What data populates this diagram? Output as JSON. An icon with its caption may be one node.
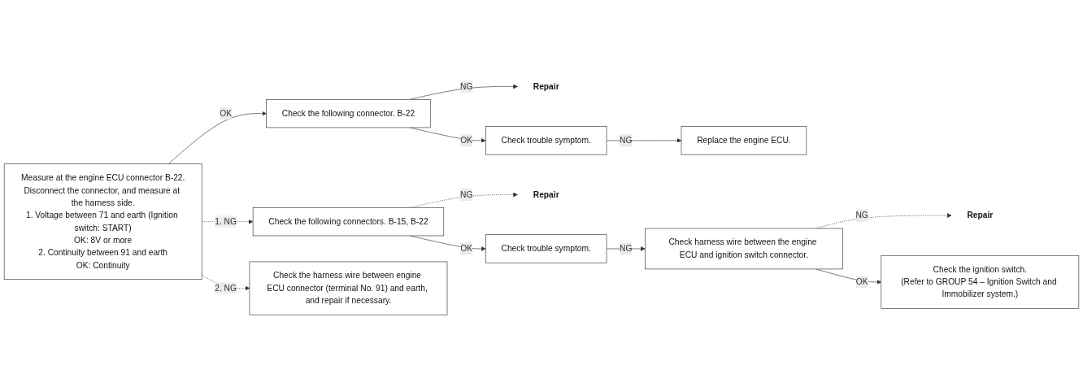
{
  "diagram": {
    "nodes": [
      {
        "text": [
          "Measure at the engine ECU connector B-22.",
          "Disconnect the connector, and measure at the harness side.",
          "1. Voltage between 71 and earth (Ignition switch: START)",
          "OK: 8V or more",
          "2. Continuity between 91 and earth",
          "OK: Continuity"
        ]
      },
      {
        "text": [
          "Check the following connector. B-22"
        ]
      },
      {
        "text": [
          "Repair"
        ]
      },
      {
        "text": [
          "Check trouble symptom."
        ]
      },
      {
        "text": [
          "Replace the engine ECU."
        ]
      },
      {
        "text": [
          "Check the following connectors. B-15, B-22"
        ]
      },
      {
        "text": [
          "Repair"
        ]
      },
      {
        "text": [
          "Check trouble symptom."
        ]
      },
      {
        "text": [
          "Check harness wire between the engine ECU and ignition switch connector."
        ]
      },
      {
        "text": [
          "Repair"
        ]
      },
      {
        "text": [
          "Check the ignition switch.",
          "(Refer to GROUP 54 – Ignition Switch and Immobilizer system.)"
        ]
      },
      {
        "text": [
          "Check the harness wire between engine ECU connector (terminal No. 91) and earth, and repair if necessary."
        ]
      }
    ],
    "edges": [
      {
        "from": 0,
        "to": 1,
        "arrow": "to",
        "label": "OK"
      },
      {
        "from": 1,
        "to": 2,
        "arrow": "to",
        "label": "NG"
      },
      {
        "from": 1,
        "to": 3,
        "arrow": "to",
        "label": "OK"
      },
      {
        "from": 3,
        "to": 4,
        "arrow": "to",
        "label": "NG"
      },
      {
        "from": 0,
        "to": 5,
        "arrow": "to",
        "label": "1. NG",
        "style": "dashed"
      },
      {
        "from": 5,
        "to": 6,
        "arrow": "to",
        "label": "NG",
        "style": "dashed"
      },
      {
        "from": 5,
        "to": 7,
        "arrow": "to",
        "label": "OK"
      },
      {
        "from": 7,
        "to": 8,
        "arrow": "to",
        "label": "NG"
      },
      {
        "from": 8,
        "to": 9,
        "arrow": "to",
        "label": "NG",
        "style": "dashed"
      },
      {
        "from": 8,
        "to": 10,
        "arrow": "to",
        "label": "OK"
      },
      {
        "from": 0,
        "to": 11,
        "arrow": "to",
        "label": "2. NG",
        "style": "dashed"
      }
    ]
  }
}
